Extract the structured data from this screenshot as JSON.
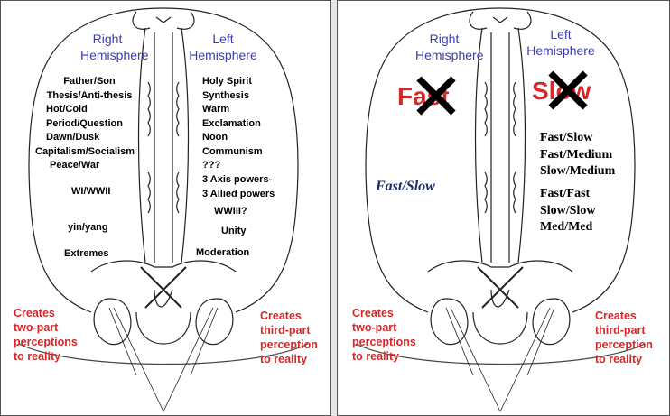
{
  "left_panel": {
    "right_hemisphere_title": [
      "Right",
      "Hemisphere"
    ],
    "left_hemisphere_title": [
      "Left",
      "Hemisphere"
    ],
    "right_list": [
      "Father/Son",
      "Thesis/Anti-thesis",
      "Hot/Cold",
      "Period/Question",
      "Dawn/Dusk",
      "Capitalism/Socialism",
      "Peace/War"
    ],
    "right_wars": "WI/WWII",
    "right_yinyang": "yin/yang",
    "right_extremes": "Extremes",
    "left_list": [
      "Holy Spirit",
      "Synthesis",
      "Warm",
      "Exclamation",
      "Noon",
      "Communism",
      "???"
    ],
    "left_axis": [
      "3 Axis powers-",
      "3 Allied powers"
    ],
    "left_ww3": "WWIII?",
    "left_unity": "Unity",
    "left_moderation": "Moderation",
    "right_caption": [
      "Creates",
      "two-part",
      "perceptions",
      "to reality"
    ],
    "left_caption": [
      "Creates",
      "third-part",
      "perception",
      "to reality"
    ]
  },
  "right_panel": {
    "right_hemisphere_title": [
      "Right",
      "Hemisphere"
    ],
    "left_hemisphere_title": [
      "Left",
      "Hemisphere"
    ],
    "crossed_word_right": "Fast",
    "crossed_word_left": "Slow",
    "right_pair": "Fast/Slow",
    "left_group1": [
      "Fast/Slow",
      "Fast/Medium",
      "Slow/Medium"
    ],
    "left_group2": [
      "Fast/Fast",
      "Slow/Slow",
      "Med/Med"
    ],
    "right_caption": [
      "Creates",
      "two-part",
      "perceptions",
      "to reality"
    ],
    "left_caption": [
      "Creates",
      "third-part",
      "perception",
      "to reality"
    ]
  },
  "colors": {
    "heading_blue": "#3b3bb3",
    "caption_red": "#d62828",
    "italic_navy": "#1f2a6b"
  }
}
